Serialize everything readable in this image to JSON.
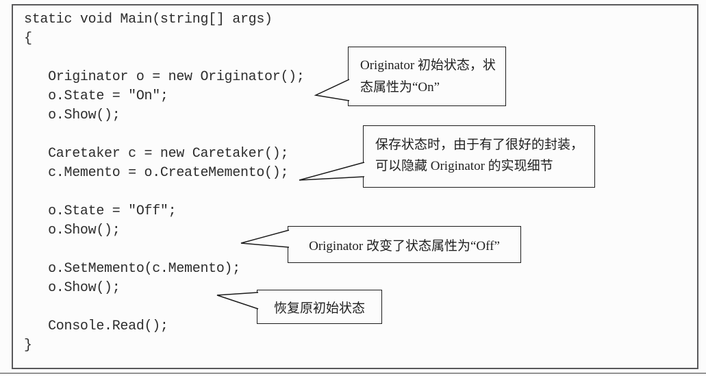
{
  "figure": {
    "type": "annotated-code",
    "language": "csharp",
    "code_lines": [
      "static void Main(string[] args)",
      "{",
      "",
      "   Originator o = new Originator();",
      "   o.State = \"On\";",
      "   o.Show();",
      "",
      "   Caretaker c = new Caretaker();",
      "   c.Memento = o.CreateMemento();",
      "",
      "   o.State = \"Off\";",
      "   o.Show();",
      "",
      "   o.SetMemento(c.Memento);",
      "   o.Show();",
      "",
      "   Console.Read();",
      "}"
    ],
    "callouts": [
      {
        "lines": [
          "Originator 初始状态，状",
          "态属性为“On”"
        ]
      },
      {
        "lines": [
          "保存状态时，由于有了很好的封装，",
          "可以隐藏 Originator 的实现细节"
        ]
      },
      {
        "lines": [
          "Originator 改变了状态属性为“Off”"
        ]
      },
      {
        "lines": [
          "恢复原初始状态"
        ]
      }
    ],
    "colors": {
      "frame_border": "#58585a",
      "callout_border": "#1b1b1b",
      "code_text": "#2d2d2d",
      "background": "#fcfcfc"
    }
  }
}
